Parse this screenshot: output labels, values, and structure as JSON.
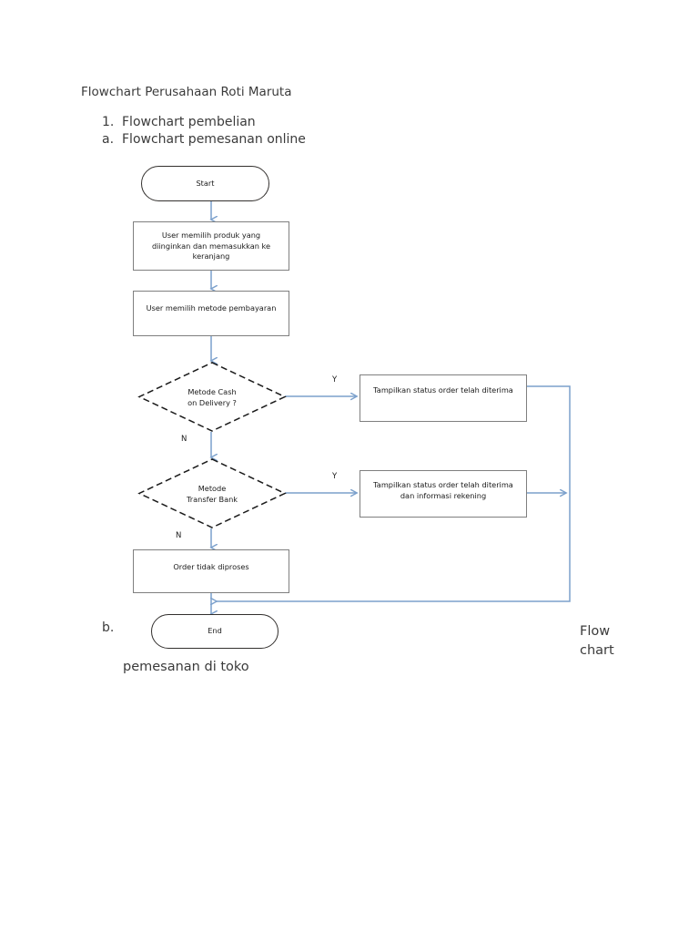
{
  "document": {
    "title": "Flowchart Perusahaan Roti Maruta",
    "list": [
      {
        "marker": "1.",
        "text": "Flowchart pembelian"
      },
      {
        "marker": "a.",
        "text": "Flowchart pemesanan online"
      }
    ],
    "section_b_marker": "b.",
    "section_b_caption": "pemesanan di toko",
    "side_note": "Flow chart"
  },
  "flowchart": {
    "title": "Flowchart pemesanan online",
    "colors": {
      "connector": "#7ba0cc",
      "process_border": "#7f7f7f",
      "terminator_border": "#33302e",
      "decision_border": "#1a1a1a",
      "text": "#1a1a1a",
      "background": "#ffffff"
    },
    "nodes": {
      "start": {
        "type": "terminator",
        "label": "Start"
      },
      "pilih_produk": {
        "type": "process",
        "line1": "User memilih produk yang",
        "line2": "diinginkan dan memasukkan ke",
        "line3": "keranjang"
      },
      "pilih_pembayaran": {
        "type": "process",
        "label": "User memilih metode pembayaran"
      },
      "decision_cod": {
        "type": "decision",
        "line1": "Metode Cash",
        "line2": "on Delivery ?"
      },
      "status_cod": {
        "type": "process",
        "label": "Tampilkan status order telah diterima"
      },
      "decision_transfer": {
        "type": "decision",
        "line1": "Metode",
        "line2": "Transfer Bank"
      },
      "status_transfer": {
        "type": "process",
        "line1": "Tampilkan status order telah diterima",
        "line2": "dan informasi rekening"
      },
      "order_ditolak": {
        "type": "process",
        "label": "Order tidak diproses"
      },
      "end": {
        "type": "terminator",
        "label": "End"
      }
    },
    "edge_labels": {
      "cod_yes": "Y",
      "cod_no": "N",
      "transfer_yes": "Y",
      "transfer_no": "N"
    }
  }
}
